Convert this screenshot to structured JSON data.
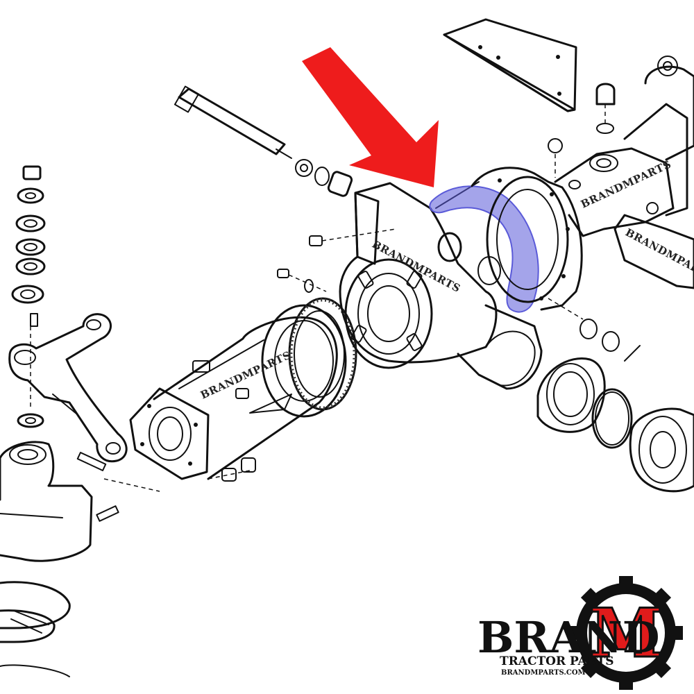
{
  "watermarks": {
    "text": "BRANDMPARTS"
  },
  "logo": {
    "word": "BRAND",
    "letter": "M",
    "tagline": "TRACTOR PARTS",
    "url": "BRANDMPARTS.COM"
  },
  "colors": {
    "arrow": "#ee1c1c",
    "highlight": "#5a5ad8",
    "line": "#111111",
    "logo_m": "#e01b1b"
  },
  "icons": {
    "pointer": "red-arrow-icon",
    "highlight": "gasket-highlight",
    "logo_gear": "gear-icon"
  }
}
